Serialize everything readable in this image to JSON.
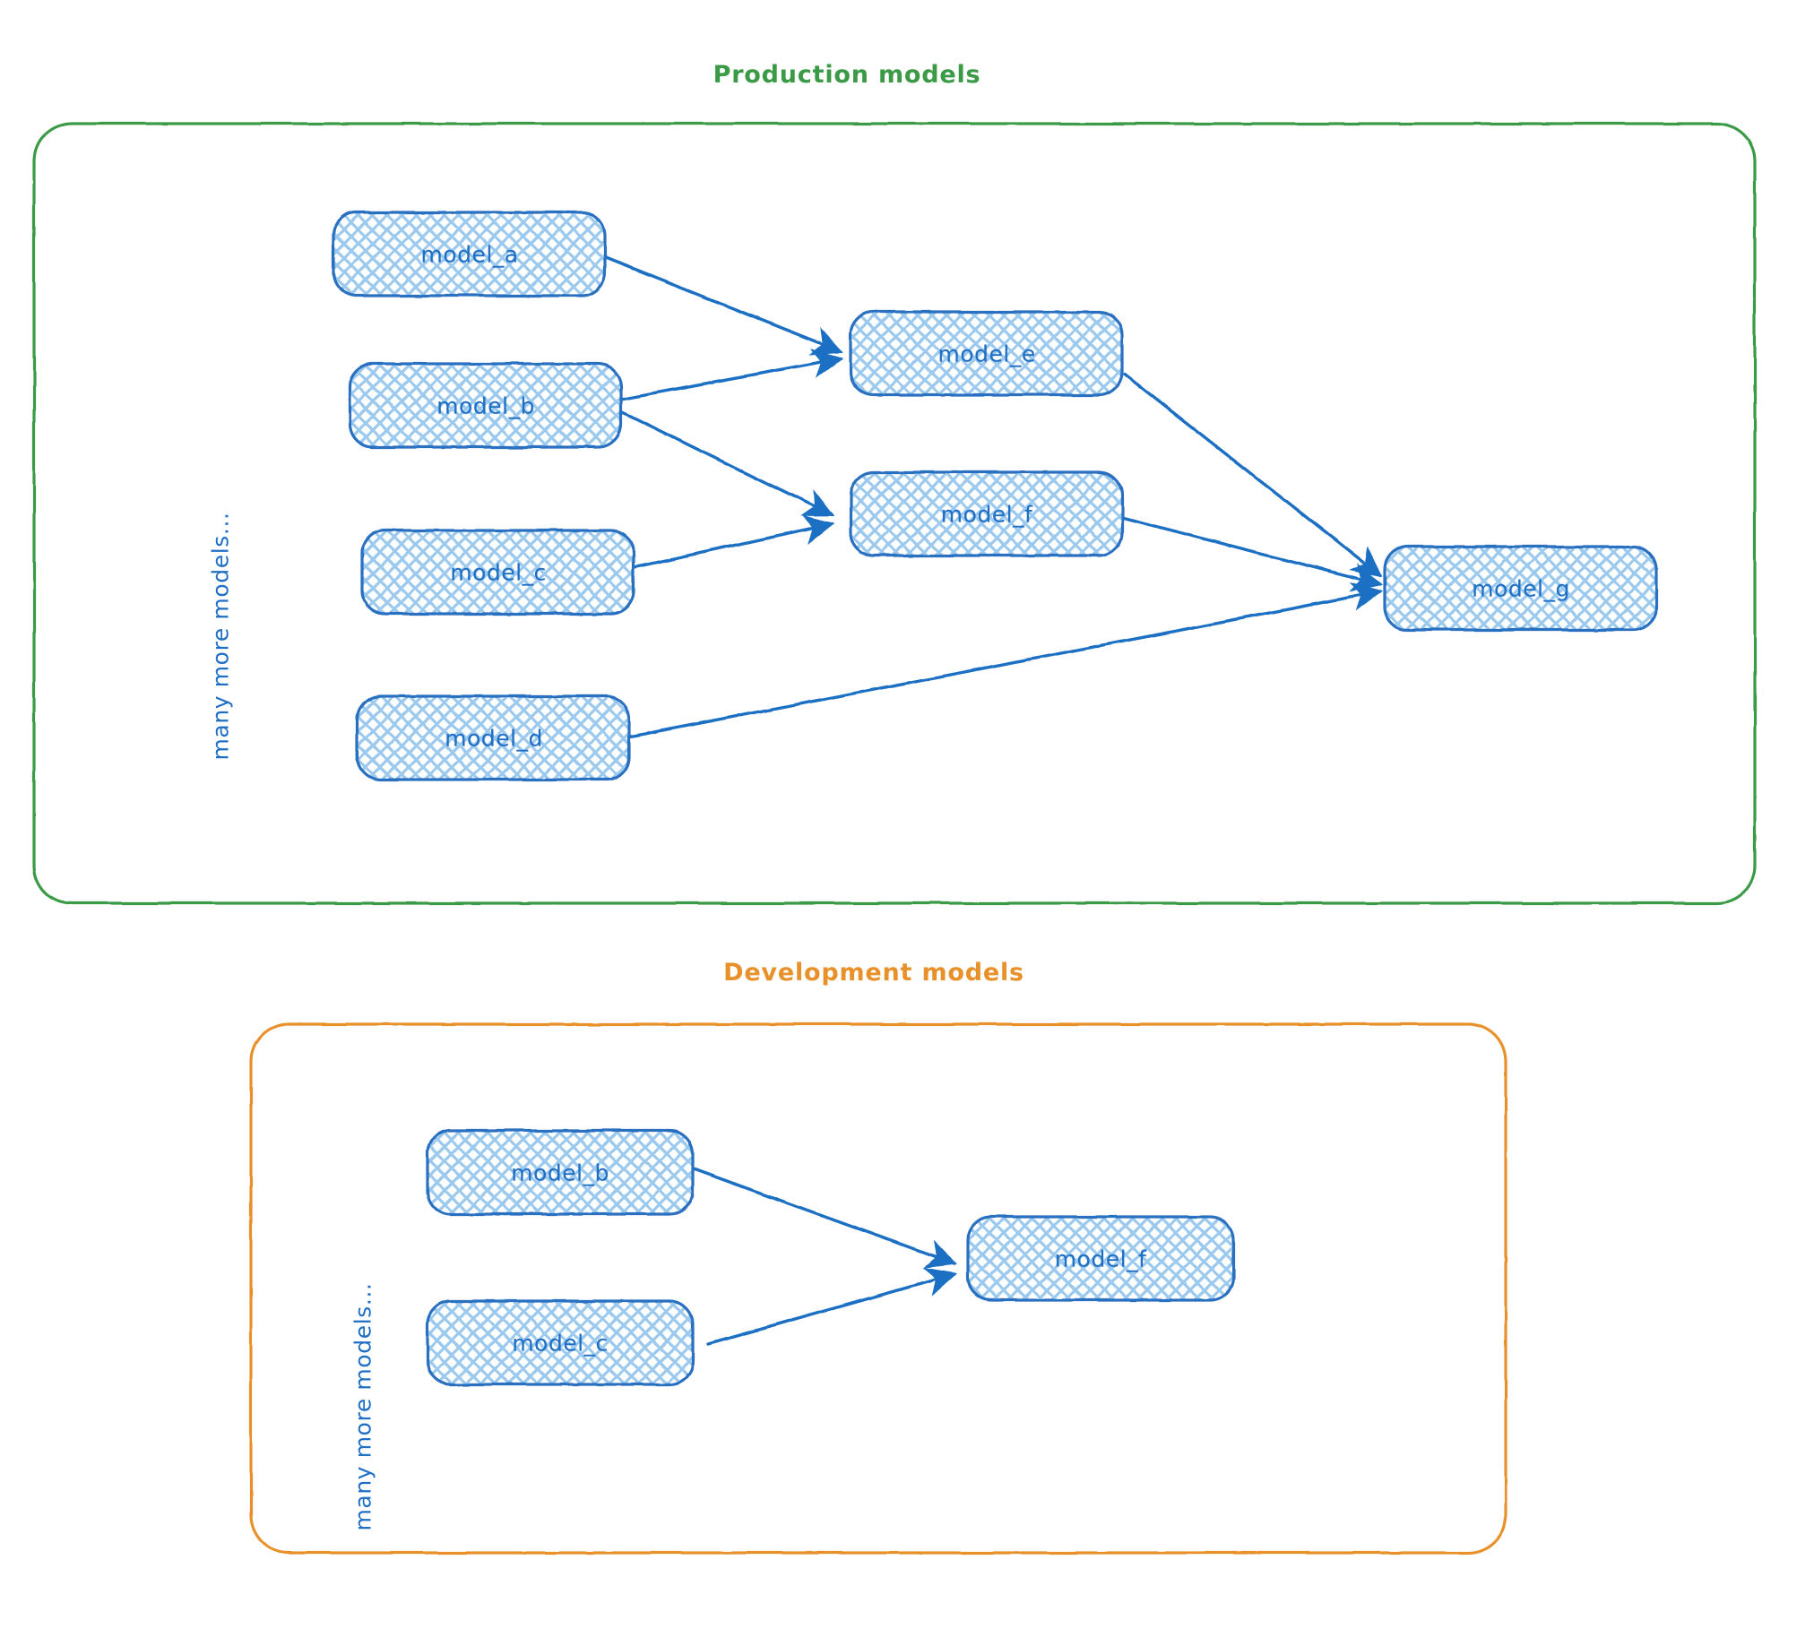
{
  "diagram": {
    "title_prod": "Production models",
    "title_dev": "Development models",
    "colors": {
      "production_border": "#3a9a45",
      "development_border": "#e8912a",
      "node_stroke": "#2a6fc0",
      "node_fill": "#cfe3f7",
      "edge": "#1f6fc4",
      "text_blue": "#1f6fc4",
      "background": "#ffffff"
    },
    "panels": [
      {
        "id": "production",
        "title": "Production models",
        "side_label": "many more models...",
        "nodes": [
          {
            "id": "model_a",
            "label": "model_a"
          },
          {
            "id": "model_b",
            "label": "model_b"
          },
          {
            "id": "model_c",
            "label": "model_c"
          },
          {
            "id": "model_d",
            "label": "model_d"
          },
          {
            "id": "model_e",
            "label": "model_e"
          },
          {
            "id": "model_f",
            "label": "model_f"
          },
          {
            "id": "model_g",
            "label": "model_g"
          }
        ],
        "edges": [
          {
            "from": "model_a",
            "to": "model_e"
          },
          {
            "from": "model_b",
            "to": "model_e"
          },
          {
            "from": "model_b",
            "to": "model_f"
          },
          {
            "from": "model_c",
            "to": "model_f"
          },
          {
            "from": "model_e",
            "to": "model_g"
          },
          {
            "from": "model_f",
            "to": "model_g"
          },
          {
            "from": "model_d",
            "to": "model_g"
          }
        ]
      },
      {
        "id": "development",
        "title": "Development models",
        "side_label": "many more models...",
        "nodes": [
          {
            "id": "dev_model_b",
            "label": "model_b"
          },
          {
            "id": "dev_model_c",
            "label": "model_c"
          },
          {
            "id": "dev_model_f",
            "label": "model_f"
          }
        ],
        "edges": [
          {
            "from": "dev_model_b",
            "to": "dev_model_f"
          },
          {
            "from": "dev_model_c",
            "to": "dev_model_f"
          }
        ]
      }
    ]
  }
}
